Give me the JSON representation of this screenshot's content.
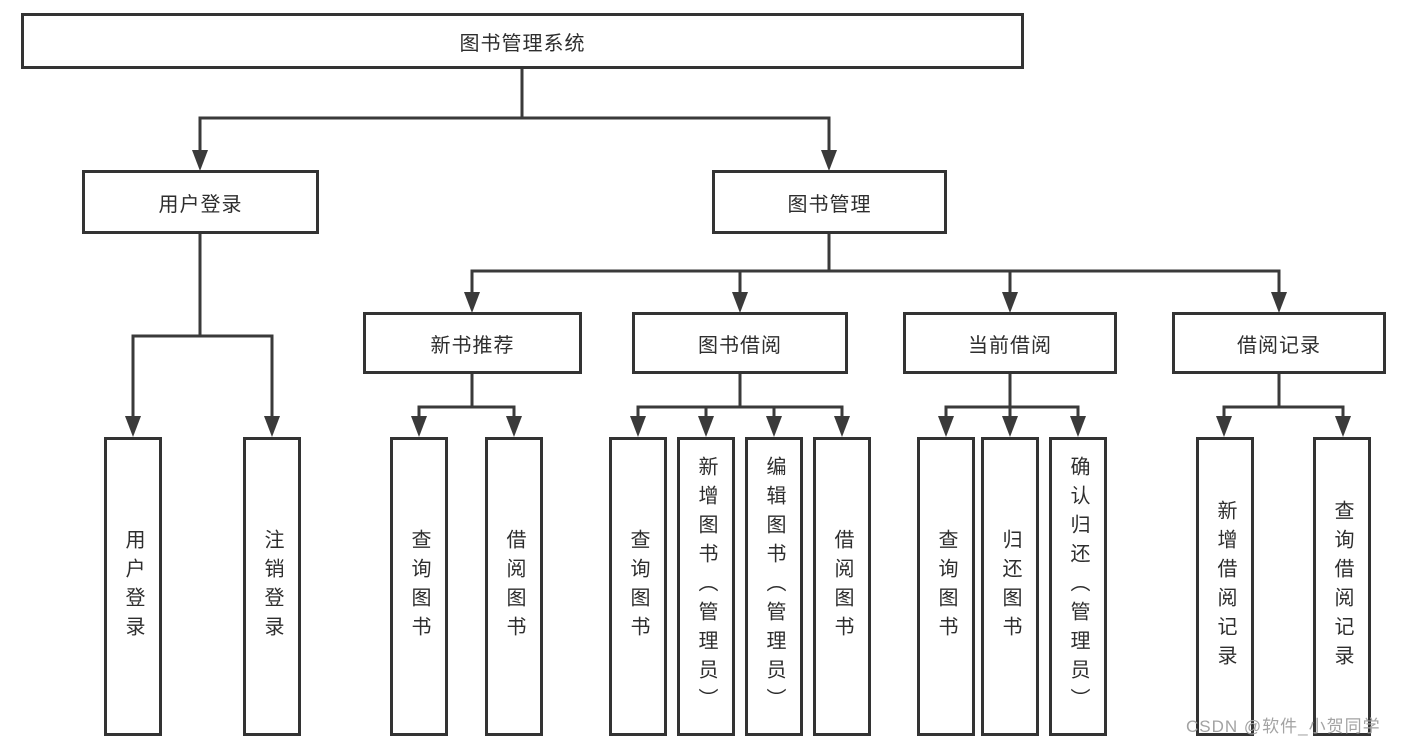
{
  "diagram": {
    "root": {
      "label": "图书管理系统"
    },
    "branches": [
      {
        "label": "用户登录",
        "children": [
          {
            "label": "用户登录"
          },
          {
            "label": "注销登录"
          }
        ]
      },
      {
        "label": "图书管理",
        "sections": [
          {
            "label": "新书推荐",
            "children": [
              {
                "label": "查询图书"
              },
              {
                "label": "借阅图书"
              }
            ]
          },
          {
            "label": "图书借阅",
            "children": [
              {
                "label": "查询图书"
              },
              {
                "label": "新增图书（管理员）"
              },
              {
                "label": "编辑图书（管理员）"
              },
              {
                "label": "借阅图书"
              }
            ]
          },
          {
            "label": "当前借阅",
            "children": [
              {
                "label": "查询图书"
              },
              {
                "label": "归还图书"
              },
              {
                "label": "确认归还（管理员）"
              }
            ]
          },
          {
            "label": "借阅记录",
            "children": [
              {
                "label": "新增借阅记录"
              },
              {
                "label": "查询借阅记录"
              }
            ]
          }
        ]
      }
    ]
  },
  "watermark": {
    "text": "CSDN @软件_小贺同学"
  },
  "colors": {
    "line": "#3a3a3a",
    "box_border": "#333333",
    "text": "#2e2e2e",
    "watermark": "#a3a3a3",
    "background": "#ffffff"
  }
}
